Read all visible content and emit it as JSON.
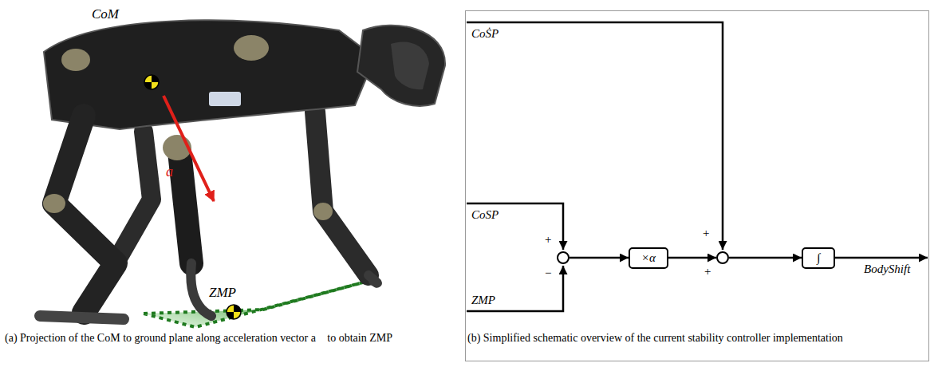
{
  "diagram": {
    "nodes": [
      {
        "text": [
          "+",
          "−"
        ]
      },
      {
        "text": [
          "×α"
        ]
      },
      {
        "text": [
          "+",
          "+"
        ]
      },
      {
        "text": [
          "∫"
        ]
      }
    ],
    "edges": [
      {
        "from": 0,
        "to": 1,
        "arrow": "to"
      },
      {
        "from": 1,
        "to": 2,
        "arrow": "to"
      },
      {
        "from": 2,
        "to": 3,
        "arrow": "to"
      }
    ],
    "labels": [
      "CoM",
      "ZMP",
      "a⃗",
      "CoṠP",
      "CoSP",
      "ZMP",
      "BodyShift",
      "(a) Projection of the CoM to ground plane along acceleration vector a⃗ to obtain ZMP",
      "(b) Simplified schematic overview of the current stability controller implementation"
    ]
  }
}
